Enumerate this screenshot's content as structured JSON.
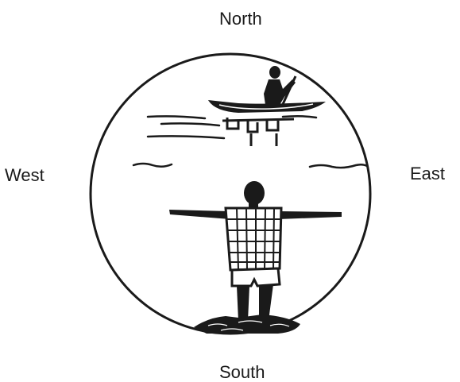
{
  "compass": {
    "north": "North",
    "south": "South",
    "west": "West",
    "east": "East"
  },
  "illustration": {
    "elements": [
      "circle-boundary",
      "canoe-with-paddler",
      "water-ripples",
      "person-arms-outstretched",
      "rock"
    ]
  },
  "colors": {
    "ink": "#1a1a1a",
    "background": "#ffffff"
  }
}
